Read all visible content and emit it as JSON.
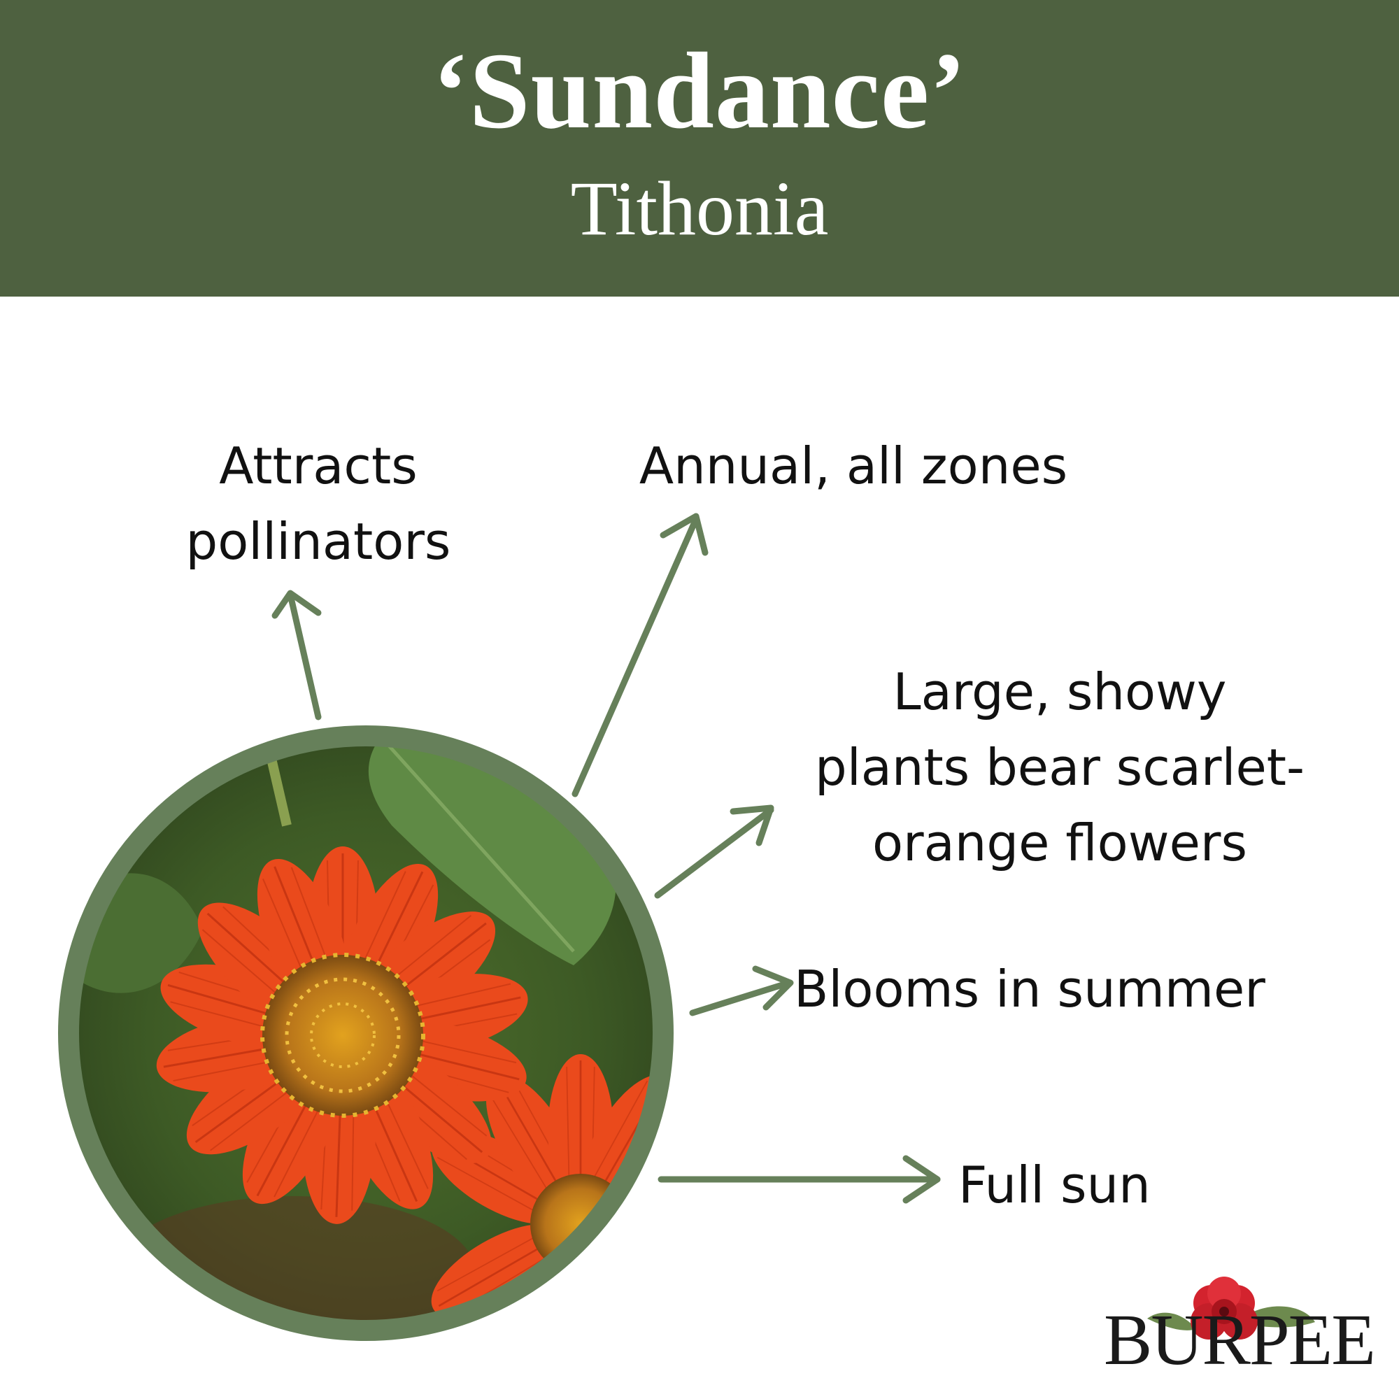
{
  "header": {
    "title": "‘Sundance’",
    "subtitle": "Tithonia"
  },
  "features": [
    "Attracts pollinators",
    "Annual, all zones",
    "Large, showy plants bear scarlet-orange flowers",
    "Blooms in summer",
    "Full sun"
  ],
  "features_lines": {
    "f1": [
      "Attracts",
      "pollinators"
    ],
    "f2": [
      "Annual, all zones"
    ],
    "f3": [
      "Large, showy",
      "plants bear scarlet-",
      "orange flowers"
    ],
    "f4": [
      "Blooms in summer"
    ],
    "f5": [
      "Full sun"
    ]
  },
  "logo": {
    "brand": "BURPEE"
  },
  "colors": {
    "header_green": "#4e6140",
    "arrow_green": "#66805a",
    "flower_orange": "#e8461c",
    "text": "#111111"
  },
  "photo": {
    "subject": "flower-photo"
  }
}
